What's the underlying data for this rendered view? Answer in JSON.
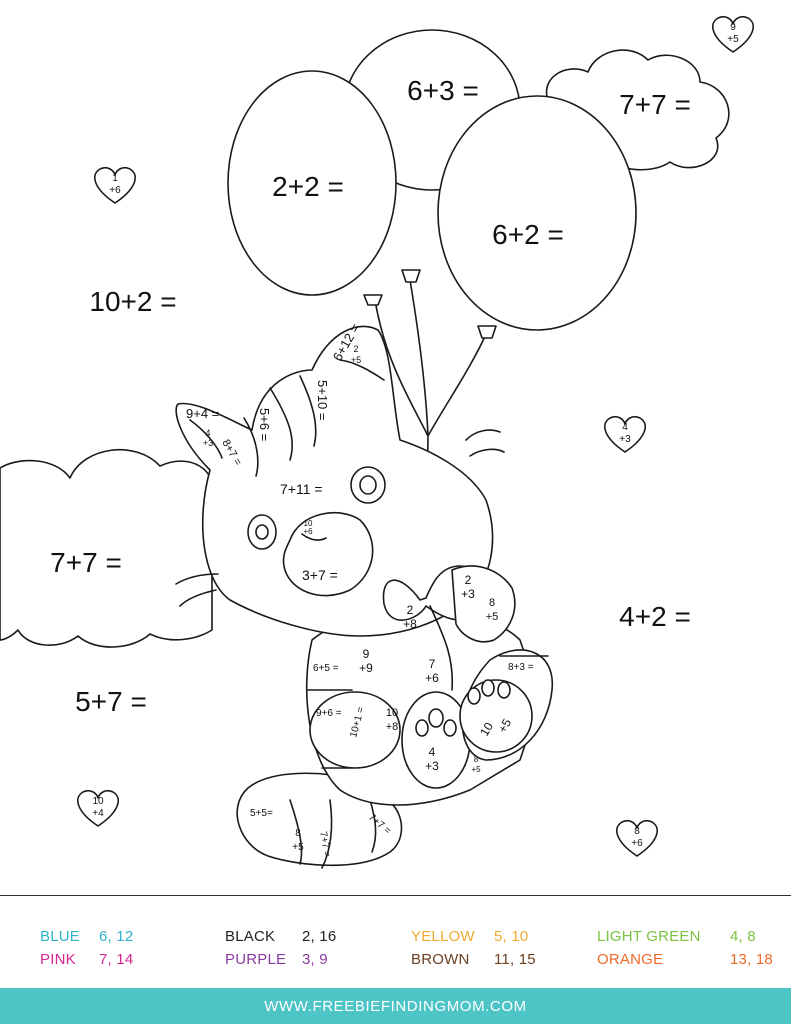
{
  "worksheet": {
    "balloons": [
      "6+3 =",
      "2+2 =",
      "6+2 ="
    ],
    "clouds": [
      "7+7 =",
      "7+7 ="
    ],
    "side_problems": [
      "10+2 =",
      "5+7 =",
      "4+2 ="
    ],
    "hearts": [
      {
        "top": "9",
        "bottom": "+5"
      },
      {
        "top": "1",
        "bottom": "+6"
      },
      {
        "top": "4",
        "bottom": "+3"
      },
      {
        "top": "10",
        "bottom": "+4"
      },
      {
        "top": "8",
        "bottom": "+6"
      }
    ],
    "cat_labels": [
      "6+12 =",
      "5+10 =",
      "9+4 =",
      "5+6 =",
      "8+7 =",
      "7+11 =",
      "3+7 =",
      "6+5 =",
      "9+6 =",
      "10+1 =",
      "8+3 =",
      "5+5=",
      "7+7 =",
      "7+7 ="
    ],
    "cat_stacked": [
      {
        "top": "2",
        "bottom": "+5"
      },
      {
        "top": "4",
        "bottom": "+3"
      },
      {
        "top": "10",
        "bottom": "+6"
      },
      {
        "top": "2",
        "bottom": "+3"
      },
      {
        "top": "8",
        "bottom": "+5"
      },
      {
        "top": "2",
        "bottom": "+8"
      },
      {
        "top": "9",
        "bottom": "+9"
      },
      {
        "top": "7",
        "bottom": "+6"
      },
      {
        "top": "10",
        "bottom": "+8"
      },
      {
        "top": "10",
        "bottom": "+5"
      },
      {
        "top": "4",
        "bottom": "+3"
      },
      {
        "top": "8",
        "bottom": "+5"
      },
      {
        "top": "8",
        "bottom": "+5"
      }
    ]
  },
  "color_key": [
    {
      "color": "BLUE",
      "numbers": "6, 12",
      "hex": "#2fb3c9"
    },
    {
      "color": "PINK",
      "numbers": "7, 14",
      "hex": "#d6288f"
    },
    {
      "color": "BLACK",
      "numbers": "2, 16",
      "hex": "#222222"
    },
    {
      "color": "PURPLE",
      "numbers": "3, 9",
      "hex": "#8b3aa0"
    },
    {
      "color": "YELLOW",
      "numbers": "5, 10",
      "hex": "#f0a832"
    },
    {
      "color": "BROWN",
      "numbers": "11, 15",
      "hex": "#6b3f22"
    },
    {
      "color": "LIGHT GREEN",
      "numbers": "4, 8",
      "hex": "#7cc242"
    },
    {
      "color": "ORANGE",
      "numbers": "13, 18",
      "hex": "#ee6a2b"
    }
  ],
  "footer": {
    "url": "WWW.FREEBIEFINDINGMOM.COM",
    "background": "#4dc4c6"
  }
}
